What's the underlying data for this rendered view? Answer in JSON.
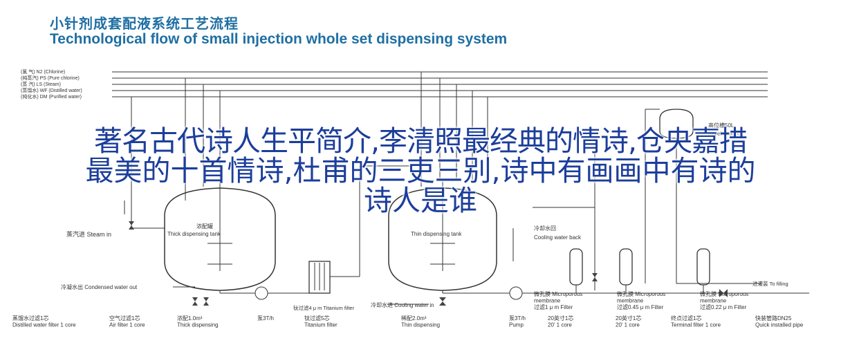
{
  "header": {
    "title_cn": "小针剂成套配液系统工艺流程",
    "title_en": "Technological flow of small injection whole set dispensing system"
  },
  "supply_lines": [
    "(氯    气) N2 (Chlorine)",
    "(纯蒸汽) PS   (Pure chlorine)",
    "(蒸    汽) LS   (Steam)",
    "(蒸馏水) WF  (Distilled water)",
    "(纯化水) DM  (Purified water)"
  ],
  "labels": {
    "steam_in": "蒸汽进 Steam in",
    "condensed_out": "冷凝水出 Condensed water out",
    "thick_tank_cn": "浓配罐",
    "thick_tank_en": "Thick dispensing tank",
    "thin_tank_en": "Thin dispensing tank",
    "titanium_filter": "钛过滤4 μ m   Titanium filter",
    "cooling_in": "冷却水进 Cooling water in",
    "cooling_back_cn": "冷却水回",
    "cooling_back_en": "Cooling water back",
    "level_tank_cn": "高位槽50L",
    "level_tank_en": "Level tank 50L",
    "to_filling": "进灌装  To filling",
    "micro1": "微孔膜  Microporous\nmembrane\n过滤1 μ m  Filter",
    "micro2": "微孔膜  Microporous\nmembrane\n过滤0.45 μ m  Filter",
    "micro3": "微孔膜  Microporous\nmembrane\n过滤0.22 μ m  Filter"
  },
  "bottom_captions": [
    "蒸馏水过滤1芯\nDistilled water filter 1 core",
    "空气过滤1芯\nAir filter 1 core",
    "浓配1.0m³\nThick dispensing",
    "泵3T/h",
    "钛过滤5芯\nTitanium filter",
    "稀配2.0m³\nThin dispensing",
    "泵3T/h\nPump",
    "20英寸1芯\n20' 1 core",
    "20英寸1芯\n20' 1 core",
    "终点过滤1芯\nTerminal filter 1 core",
    "快装管路DN25\nQuick installed pipe"
  ],
  "overlay": {
    "line1": "著名古代诗人生平简介,李清照最经典的情诗,仓央嘉措",
    "line2": "最美的十首情诗,杜甫的三吏三别,诗中有画画中有诗的",
    "line3": "诗人是谁"
  }
}
